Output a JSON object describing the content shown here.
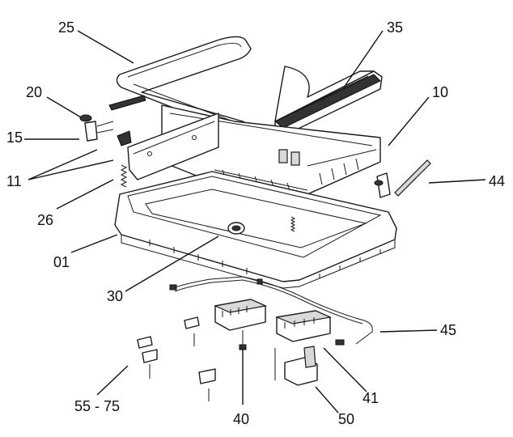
{
  "callouts": {
    "c25": "25",
    "c35": "35",
    "c20": "20",
    "c10": "10",
    "c15": "15",
    "c11": "11",
    "c44": "44",
    "c26": "26",
    "c01": "01",
    "c30": "30",
    "c45": "45",
    "c41": "41",
    "c55_75": "55 - 75",
    "c40": "40",
    "c50": "50"
  }
}
